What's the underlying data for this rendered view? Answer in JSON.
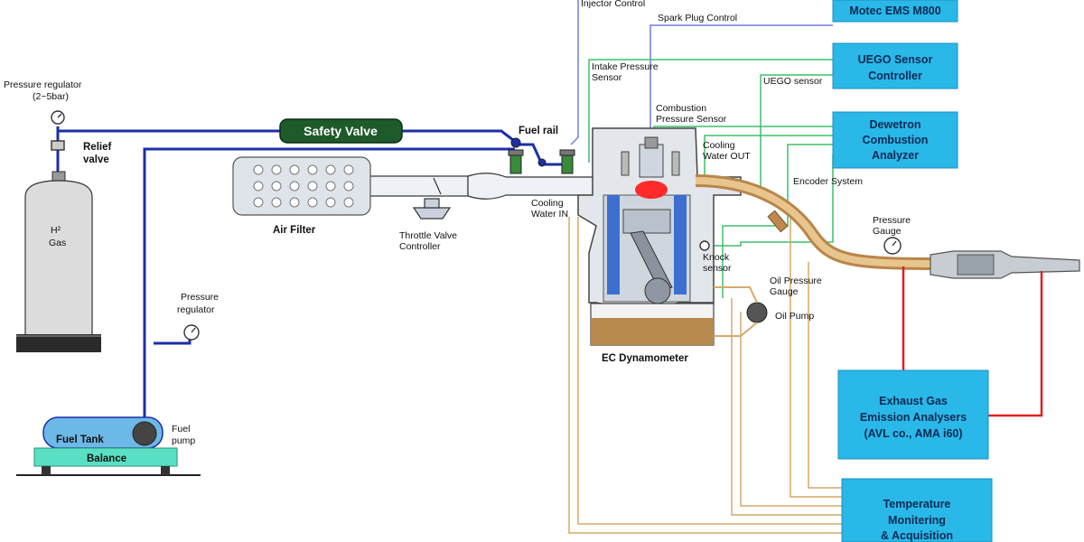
{
  "colors": {
    "fuel_line": "#1c2fa6",
    "exhaust_pipe": "#d6a96a",
    "signal_green": "#3fbf6a",
    "signal_blue": "#6f7fe0",
    "sensor_red": "#e02020",
    "cyan_box": "#29b8e8",
    "safety_valve": "#1e5a2a"
  },
  "labels": {
    "injector_control": "Injector Control",
    "spark_plug_control": "Spark Plug Control",
    "intake_pressure_sensor_1": "Intake Pressure",
    "intake_pressure_sensor_2": "Sensor",
    "uego_sensor": "UEGO sensor",
    "combustion_pressure_sensor_1": "Combustion",
    "combustion_pressure_sensor_2": "Pressure Sensor",
    "cooling_water_out_1": "Cooling",
    "cooling_water_out_2": "Water OUT",
    "cooling_water_in_1": "Cooling",
    "cooling_water_in_2": "Water IN",
    "encoder_system": "Encoder System",
    "pressure_gauge_1": "Pressure",
    "pressure_gauge_2": "Gauge",
    "knock_sensor_1": "Knock",
    "knock_sensor_2": "sensor",
    "oil_pressure_gauge_1": "Oil Pressure",
    "oil_pressure_gauge_2": "Gauge",
    "oil_pump": "Oil Pump",
    "ec_dynamometer": "EC Dynamometer",
    "fuel_rail": "Fuel rail",
    "safety_valve": "Safety Valve",
    "air_filter": "Air Filter",
    "throttle_valve_1": "Throttle Valve",
    "throttle_valve_2": "Controller",
    "pressure_regulator_top_1": "Pressure regulator",
    "pressure_regulator_top_2": "(2~5bar)",
    "relief_valve_1": "Relief",
    "relief_valve_2": "valve",
    "h2_gas_1": "H²",
    "h2_gas_2": "Gas",
    "pressure_regulator_low_1": "Pressure",
    "pressure_regulator_low_2": "regulator",
    "fuel_tank": "Fuel Tank",
    "fuel_pump_1": "Fuel",
    "fuel_pump_2": "pump",
    "balance": "Balance"
  },
  "boxes": {
    "motec": "Motec EMS M800",
    "uego_1": "UEGO Sensor",
    "uego_2": "Controller",
    "dewetron_1": "Dewetron",
    "dewetron_2": "Combustion",
    "dewetron_3": "Analyzer",
    "exhaust_1": "Exhaust Gas",
    "exhaust_2": "Emission Analysers",
    "exhaust_3": "(AVL co., AMA i60)",
    "temp_1": "Temperature",
    "temp_2": "Monitering",
    "temp_3": "& Acquisition"
  }
}
